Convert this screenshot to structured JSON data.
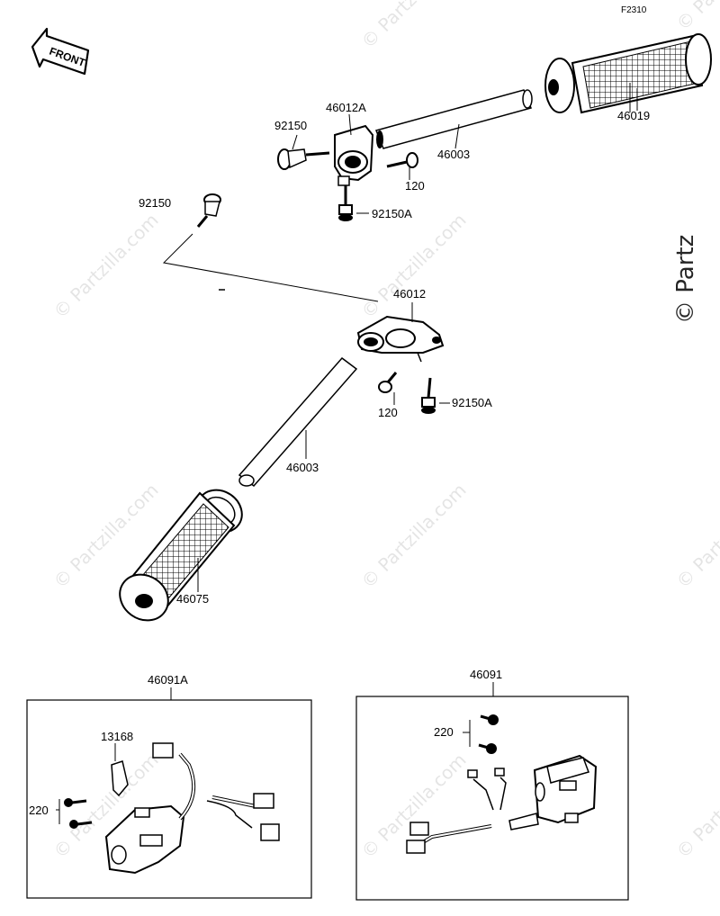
{
  "diagram": {
    "code": "F2310",
    "front_label": "FRONT",
    "watermark": "© Partzilla.com",
    "watermark_edge": "© Partz",
    "callouts": {
      "c92150_top": "92150",
      "c46012A": "46012A",
      "c46003_top": "46003",
      "c120_top": "120",
      "c92150A_top": "92150A",
      "c46019": "46019",
      "c92150_left": "92150",
      "c46012": "46012",
      "c120_mid": "120",
      "c92150A_mid": "92150A",
      "c46003_mid": "46003",
      "c46075": "46075",
      "c46091A": "46091A",
      "c13168": "13168",
      "c220_left": "220",
      "c46091": "46091",
      "c220_right": "220"
    }
  }
}
